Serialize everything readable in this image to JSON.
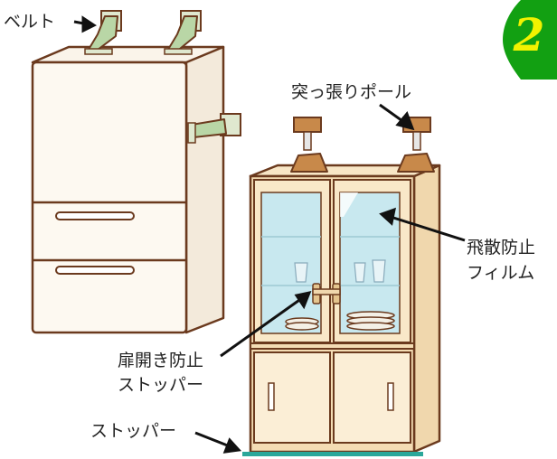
{
  "step_number": "2",
  "labels": {
    "belt": "ベルト",
    "tension_pole": "突っ張りポール",
    "film_line1": "飛散防止",
    "film_line2": "フィルム",
    "door_stopper_line1": "扉開き防止",
    "door_stopper_line2": "ストッパー",
    "stopper": "ストッパー"
  },
  "colors": {
    "outline": "#6b3a1e",
    "fridge_body": "#fdf9f1",
    "cabinet_wood": "#f4dcb4",
    "pole_wood": "#c8894a",
    "glass": "#bfe3ec",
    "badge": "#12a012",
    "badge_text": "#f2f200",
    "belt_strap": "#b9d6a6",
    "stopper_strip": "#2aa79a"
  }
}
